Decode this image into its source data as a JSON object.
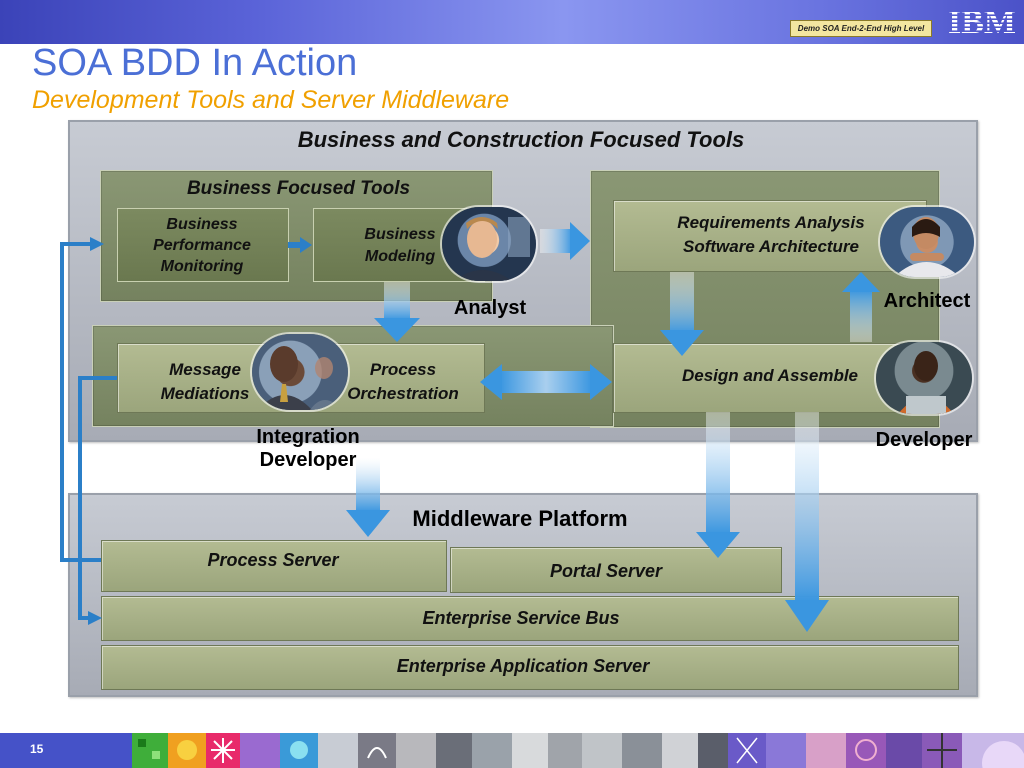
{
  "header": {
    "tag": "Demo SOA End-2-End High Level",
    "logo_text": "IBM",
    "bar_color": "#4b52c8"
  },
  "title": "SOA BDD In Action",
  "subtitle": "Development Tools and Server Middleware",
  "tools_panel": {
    "title": "Business and Construction Focused Tools",
    "business_group_title": "Business Focused Tools",
    "bpm_label": "Business Performance Monitoring",
    "business_modeling_label": "Business Modeling",
    "requirements_label_line1": "Requirements Analysis",
    "requirements_label_line2": "Software Architecture",
    "message_mediations_label": "Message Mediations",
    "process_orchestration_label": "Process Orchestration",
    "design_assemble_label": "Design and Assemble"
  },
  "roles": {
    "analyst": "Analyst",
    "architect": "Architect",
    "integration_developer_line1": "Integration",
    "integration_developer_line2": "Developer",
    "developer": "Developer"
  },
  "middleware_panel": {
    "title": "Middleware Platform",
    "process_server": "Process Server",
    "portal_server": "Portal Server",
    "esb": "Enterprise Service Bus",
    "app_server": "Enterprise Application Server"
  },
  "footer": {
    "page_number": "15"
  },
  "colors": {
    "title": "#4b6fd6",
    "subtitle": "#f0a000",
    "arrow": "#4a9ee0",
    "connector": "#2b7fc8"
  }
}
